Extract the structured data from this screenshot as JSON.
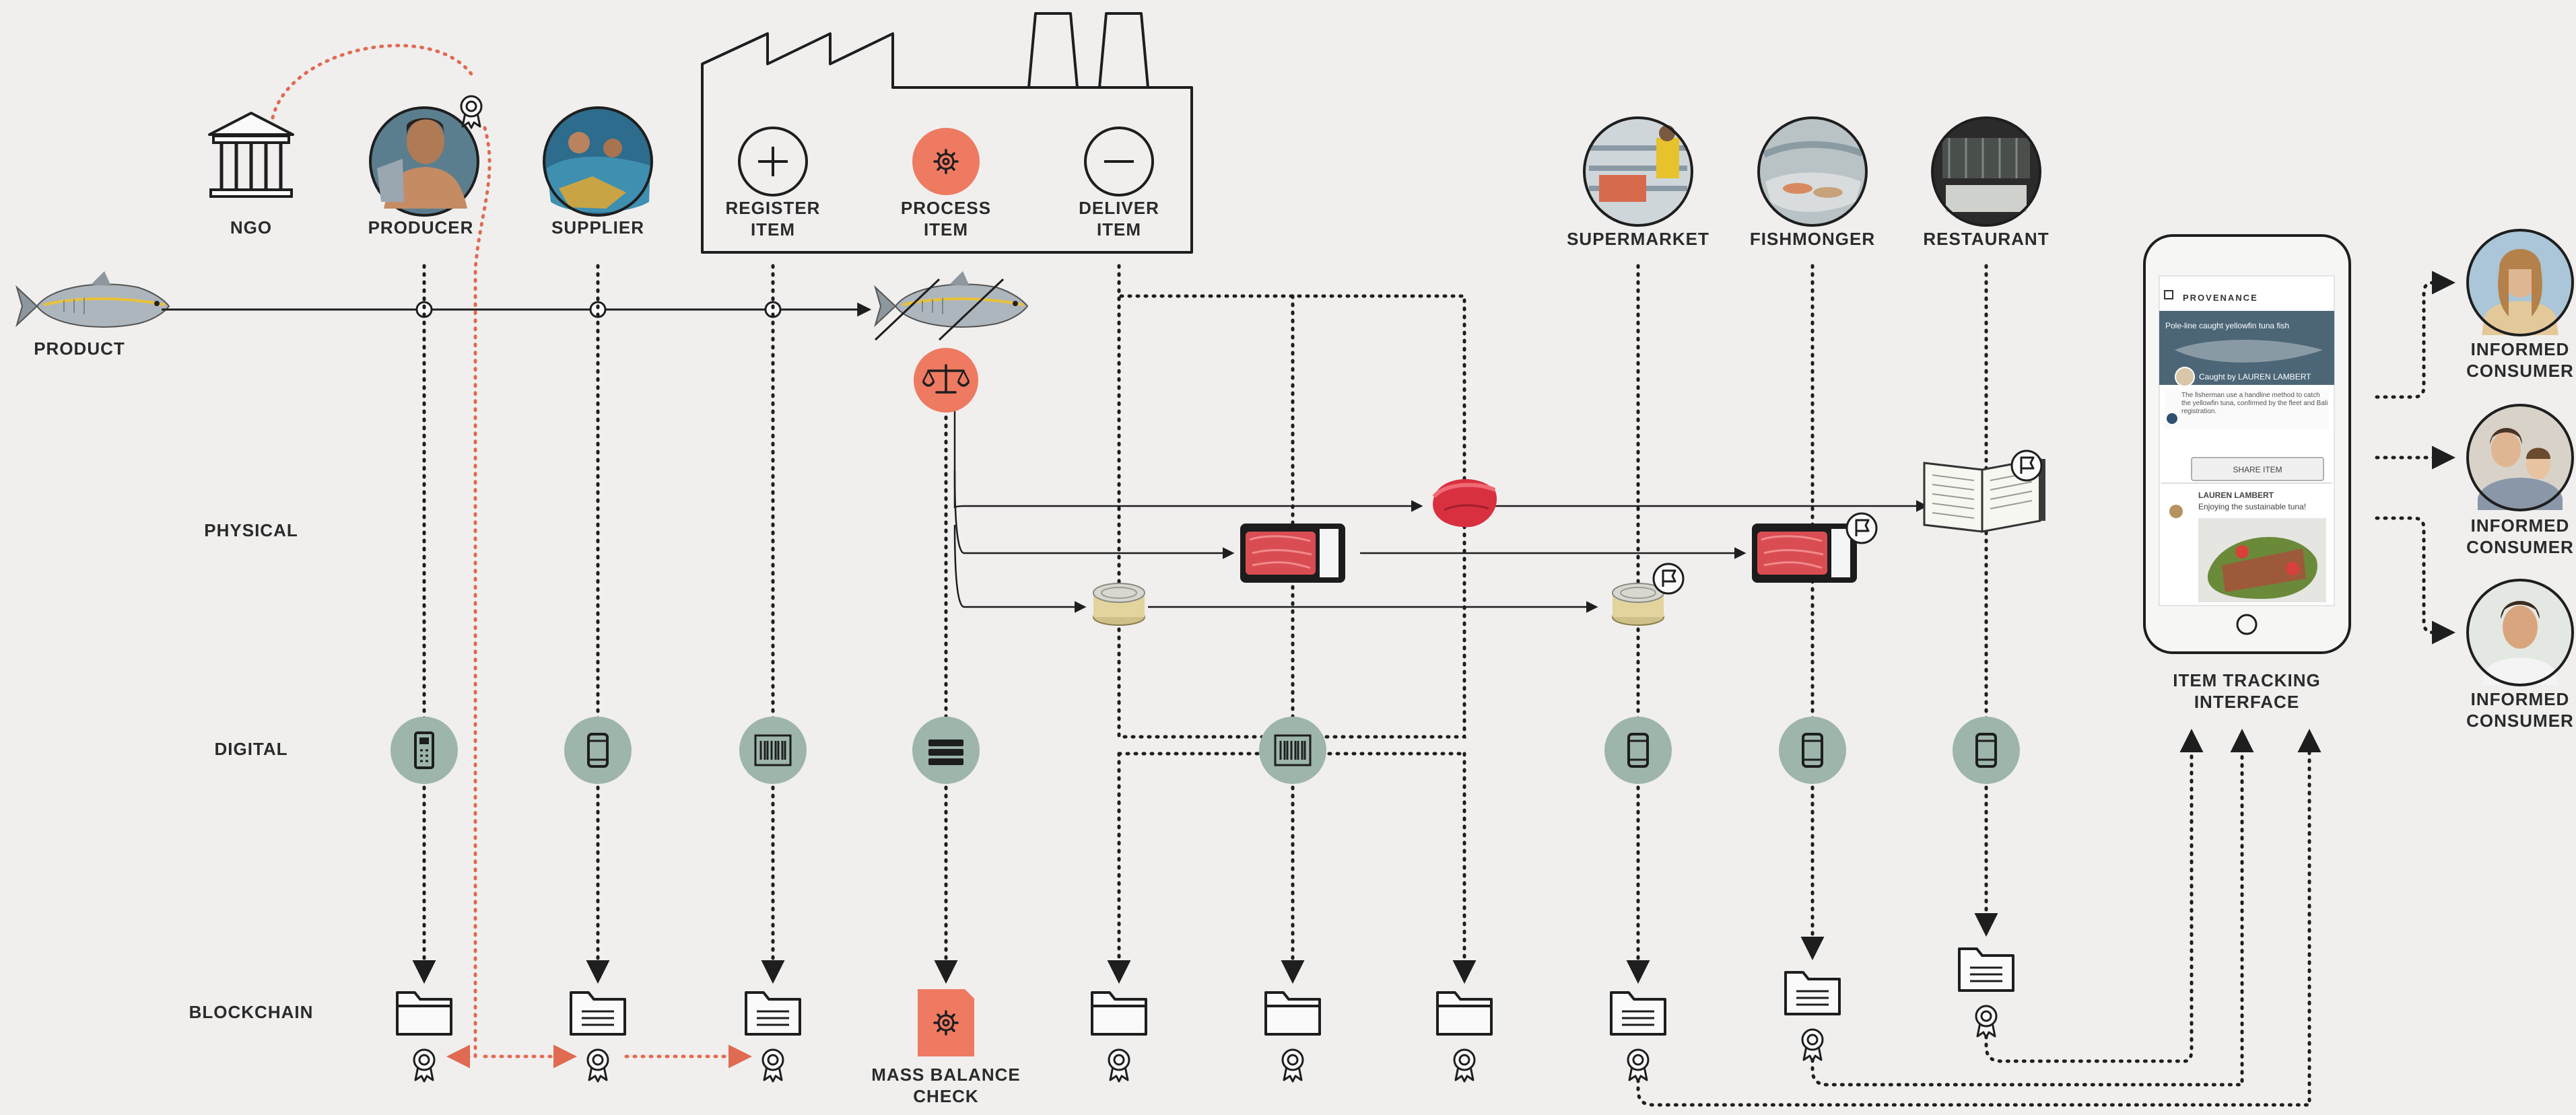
{
  "actors": {
    "ngo": "NGO",
    "producer": "PRODUCER",
    "supplier": "SUPPLIER",
    "register": [
      "REGISTER",
      "ITEM"
    ],
    "process": [
      "PROCESS",
      "ITEM"
    ],
    "deliver": [
      "DELIVER",
      "ITEM"
    ],
    "supermarket": "SUPERMARKET",
    "fishmonger": "FISHMONGER",
    "restaurant": "RESTAURANT"
  },
  "product_label": "PRODUCT",
  "rows": {
    "physical": "PHYSICAL",
    "digital": "DIGITAL",
    "blockchain": "BLOCKCHAIN"
  },
  "mass_balance": [
    "MASS BALANCE",
    "CHECK"
  ],
  "interface": [
    "ITEM TRACKING",
    "INTERFACE"
  ],
  "consumers": [
    [
      "INFORMED",
      "CONSUMER"
    ],
    [
      "INFORMED",
      "CONSUMER"
    ],
    [
      "INFORMED",
      "CONSUMER"
    ]
  ],
  "phone_screen": {
    "brand": "PROVENANCE",
    "title": "Pole-line caught yellowfin tuna fish",
    "maker": "Caught by LAUREN LAMBERT",
    "story": "The fisherman use a handline method to catch the yellowfin tuna, confirmed by the fleet and Bali registration.",
    "share": "SHARE ITEM",
    "commenter": "LAUREN LAMBERT",
    "comment": "Enjoying the sustainable tuna!"
  },
  "icons": {
    "ngo": "building-columns-icon",
    "certificate": "award-rosette-icon",
    "folder": "folder-icon",
    "mobile": "smartphone-icon",
    "barcode": "barcode-icon",
    "scale": "scale-icon",
    "gear": "gear-icon",
    "plus": "plus-icon",
    "minus": "minus-icon"
  },
  "colors": {
    "background": "#f0efee",
    "sage": "#9db5ab",
    "coral": "#ee7a62",
    "ink": "#1e1e1e"
  }
}
